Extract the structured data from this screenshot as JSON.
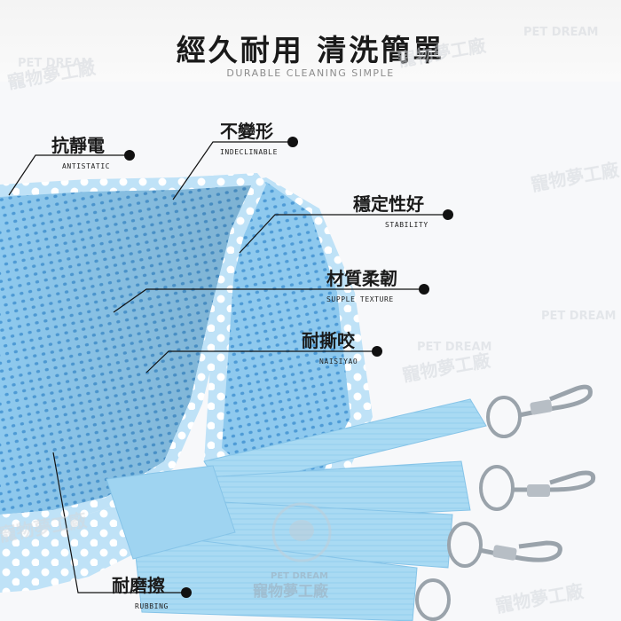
{
  "header": {
    "title": "經久耐用  清洗簡單",
    "subtitle": "DURABLE CLEANING SIMPLE"
  },
  "watermark": {
    "brand_en": "PET DREAM",
    "brand_zh": "寵物夢工廠"
  },
  "features": [
    {
      "zh": "抗靜電",
      "en": "ANTISTATIC"
    },
    {
      "zh": "不變形",
      "en": "INDECLINABLE"
    },
    {
      "zh": "穩定性好",
      "en": "STABILITY"
    },
    {
      "zh": "材質柔韌",
      "en": "SUPPLE TEXTURE"
    },
    {
      "zh": "耐撕咬",
      "en": "NAISIYAO"
    },
    {
      "zh": "耐磨擦",
      "en": "RUBBING"
    }
  ],
  "colors": {
    "mesh": "#8ec9ee",
    "mesh_dark": "#5aa7de",
    "trim": "#bfe2f7",
    "strap": "#a9daf3",
    "metal": "#9aa3ab"
  }
}
